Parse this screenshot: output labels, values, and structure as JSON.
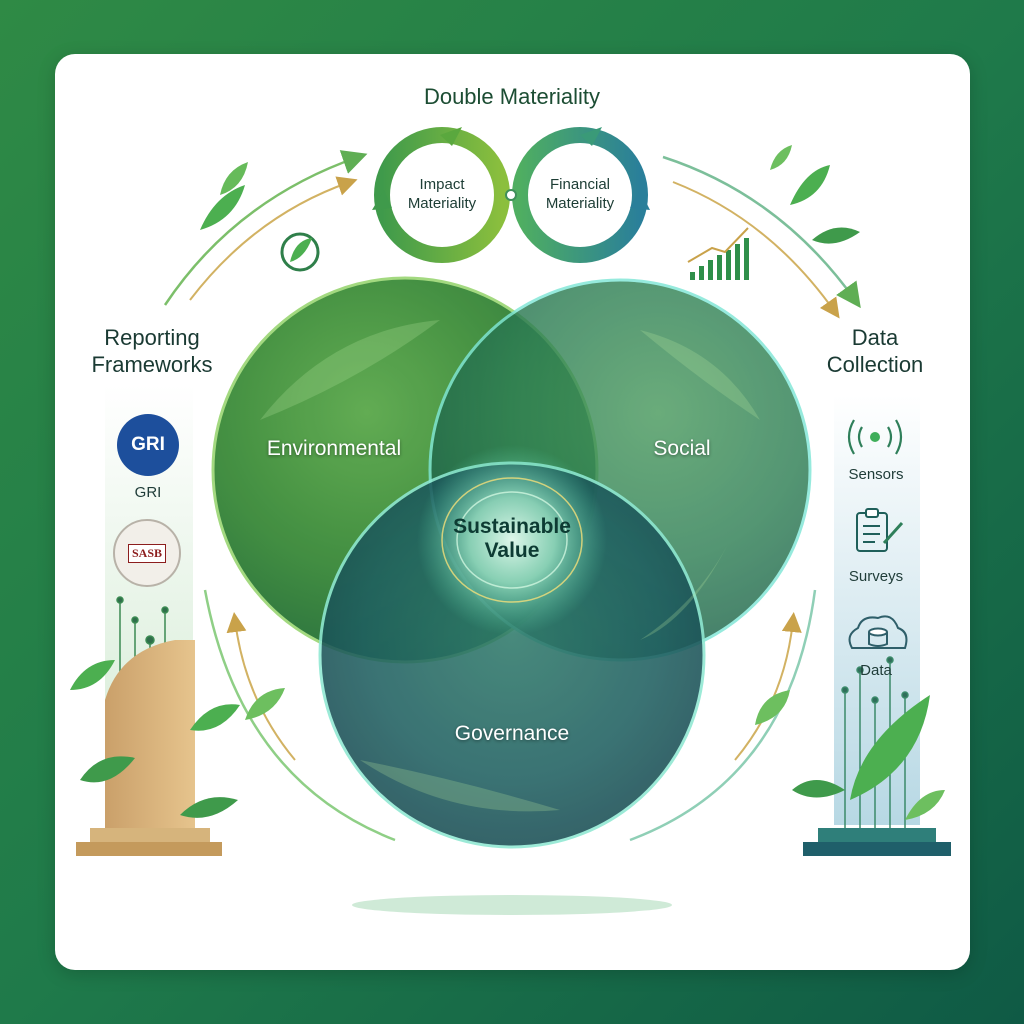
{
  "title": "Double Materiality",
  "loops": {
    "impact": "Impact Materiality",
    "financial": "Financial Materiality"
  },
  "left_panel": {
    "title": "Reporting Frameworks",
    "items": [
      {
        "label": "GRI",
        "logo_text": "GRI"
      },
      {
        "label": "",
        "logo_text": "SASB"
      }
    ]
  },
  "right_panel": {
    "title": "Data Collection",
    "items": [
      {
        "label": "Sensors",
        "icon": "sensor-icon"
      },
      {
        "label": "Surveys",
        "icon": "clipboard-icon"
      },
      {
        "label": "Data",
        "icon": "cloud-database-icon"
      }
    ]
  },
  "circles": {
    "environmental": "Environmental",
    "social": "Social",
    "governance": "Governance",
    "center": "Sustainable Value"
  },
  "colors": {
    "environmental": "#3f8f3a",
    "social": "#2f7a5c",
    "governance": "#1f5a63",
    "accent_green": "#6bbf4a",
    "accent_teal": "#2a8f8a"
  }
}
